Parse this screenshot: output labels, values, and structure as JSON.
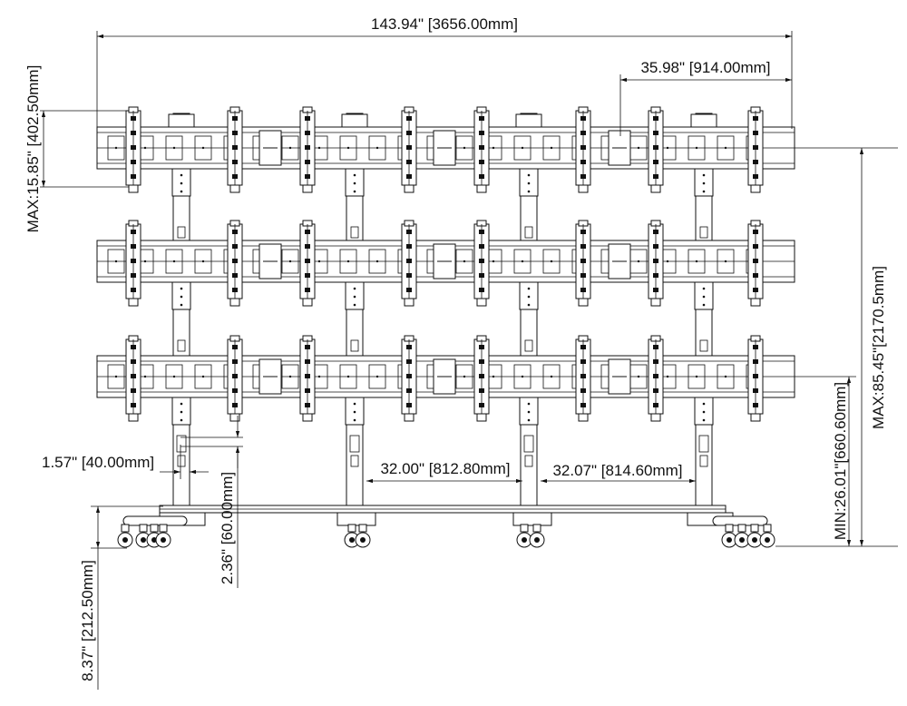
{
  "drawing": {
    "rows": 3,
    "pole_count": 4,
    "mounts_per_row": 8,
    "dimensions": {
      "overall_width": "143.94\" [3656.00mm]",
      "mount_spacing": "35.98\" [914.00mm]",
      "max_mount_height": "MAX:15.85\" [402.50mm]",
      "max_total_height": "MAX:85.45\"[2170.5mm]",
      "min_lowest_height": "MIN:26.01\"[660.60mm]",
      "pole_width": "1.57\" [40.00mm]",
      "pole_depth": "2.36\" [60.00mm]",
      "pole_gap_a": "32.00\" [812.80mm]",
      "pole_gap_b": "32.07\" [814.60mm]",
      "base_height": "8.37\" [212.50mm]"
    }
  }
}
